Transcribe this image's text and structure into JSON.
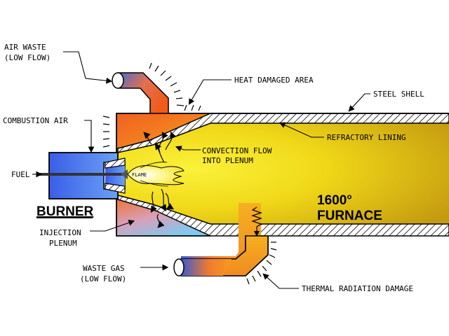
{
  "labels": {
    "air_waste_line1": "AIR WASTE",
    "air_waste_line2": "(LOW FLOW)",
    "heat_damaged": "HEAT DAMAGED AREA",
    "steel_shell": "STEEL SHELL",
    "combustion_air": "COMBUSTION AIR",
    "refractory_lining": "REFRACTORY LINING",
    "convection_line1": "CONVECTION FLOW",
    "convection_line2": "INTO PLENUM",
    "fuel": "FUEL",
    "flame": "FLAME",
    "burner": "BURNER",
    "injection_line1": "INJECTION",
    "injection_line2": "PLENUM",
    "furnace_temp": "1600°",
    "furnace": "FURNACE",
    "waste_gas_line1": "WASTE GAS",
    "waste_gas_line2": "(LOW FLOW)",
    "thermal_radiation": "THERMAL RADIATION DAMAGE"
  },
  "colors": {
    "furnace_yellow": "#f5e31a",
    "furnace_dark": "#c8a010",
    "burner_blue": "#4a7ef0",
    "hot_orange": "#f26522",
    "cool_blue": "#7ec3f0"
  }
}
